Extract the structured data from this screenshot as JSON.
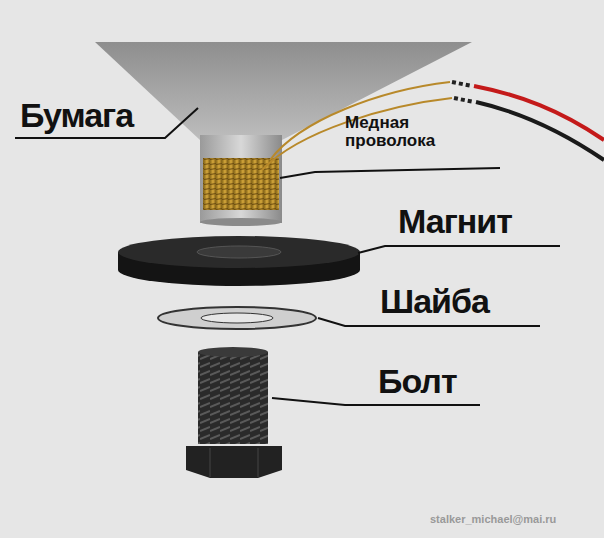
{
  "diagram": {
    "labels": [
      "Бумага",
      "Медная проволока",
      "Магнит",
      "Шайба",
      "Болт",
      "stalker_michael@mai.ru"
    ]
  }
}
